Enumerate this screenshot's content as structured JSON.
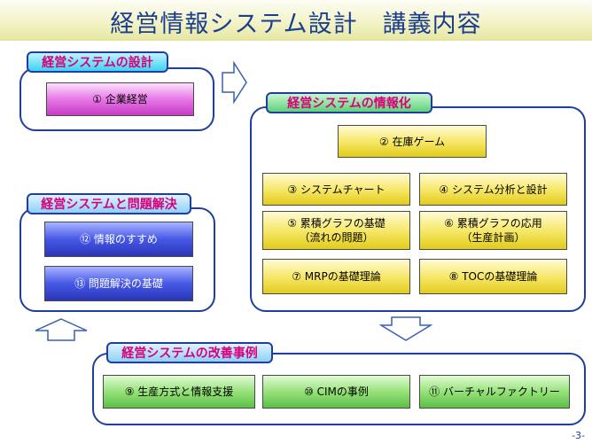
{
  "title": "経営情報システム設計　講義内容",
  "page_number": "-3-",
  "panels": {
    "design": {
      "label": "経営システムの設計",
      "topics": [
        "① 企業経営"
      ]
    },
    "info": {
      "label": "経営システムの情報化",
      "topics": [
        "② 在庫ゲーム",
        "③ システムチャート",
        "④ システム分析と設計",
        "⑤ 累積グラフの基礎\n（流れの問題）",
        "⑥ 累積グラフの応用\n（生産計画）",
        "⑦ MRPの基礎理論",
        "⑧ TOCの基礎理論"
      ]
    },
    "problem": {
      "label": "経営システムと問題解決",
      "topics": [
        "⑫ 情報のすすめ",
        "⑬ 問題解決の基礎"
      ]
    },
    "improve": {
      "label": "経営システムの改善事例",
      "topics": [
        "⑨ 生産方式と情報支援",
        "⑩ CIMの事例",
        "⑪ バーチャルファクトリー"
      ]
    }
  },
  "colors": {
    "title_text": "#1a3f8f",
    "panel_border": "#1f3ea2",
    "label_text": "#d8007a",
    "topic_magenta": "#e778e7",
    "topic_yellow": "#f7e86b",
    "topic_blue": "#4658e6",
    "topic_green": "#96e27a"
  },
  "arrows": [
    "right-arrow",
    "down-arrow",
    "up-arrow"
  ]
}
